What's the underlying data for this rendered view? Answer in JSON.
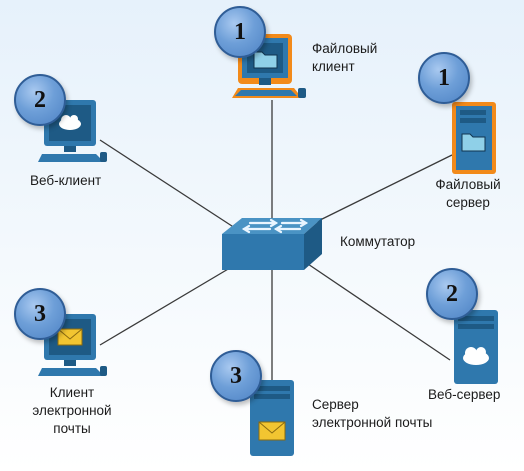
{
  "nodes": {
    "file_client": {
      "label_lines": [
        "Файловый",
        "клиент"
      ],
      "badge": "1",
      "icon": "computer-icon",
      "accent": "#f28a1a"
    },
    "file_server": {
      "label_lines": [
        "Файловый",
        "сервер"
      ],
      "badge": "1",
      "icon": "server-icon",
      "accent": "#f28a1a"
    },
    "web_client": {
      "label": "Веб-клиент",
      "badge": "2",
      "icon": "computer-icon"
    },
    "web_server": {
      "label": "Веб-сервер",
      "badge": "2",
      "icon": "server-icon"
    },
    "email_client": {
      "label_lines": [
        "Клиент",
        "электронной",
        "почты"
      ],
      "badge": "3",
      "icon": "computer-icon"
    },
    "email_server": {
      "label_lines": [
        "Сервер",
        "электронной почты"
      ],
      "badge": "3",
      "icon": "server-icon"
    },
    "switch": {
      "label": "Коммутатор",
      "icon": "switch-icon"
    }
  },
  "colors": {
    "device": "#2f78ad",
    "device_dark": "#1e5a85",
    "link": "#3a3a3a",
    "badge": "#6e9fd8",
    "folder": "#8fd0e8",
    "mail": "#f2c531"
  }
}
